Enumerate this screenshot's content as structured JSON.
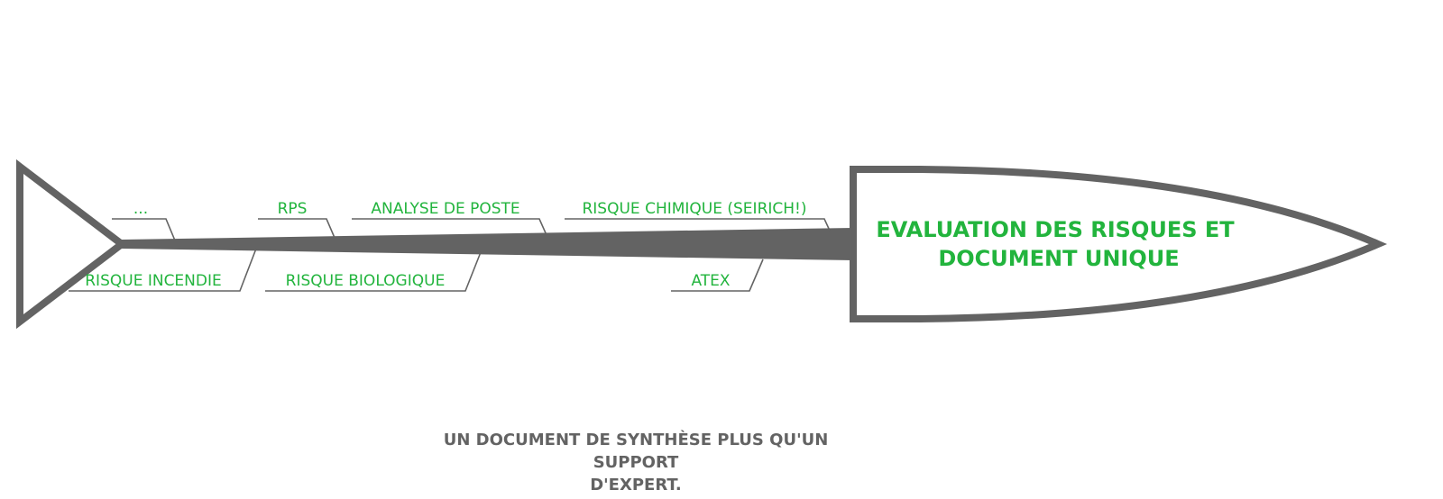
{
  "head": {
    "title_line1": "EVALUATION DES RISQUES ET",
    "title_line2": "DOCUMENT UNIQUE"
  },
  "bones_top": [
    {
      "label": "..."
    },
    {
      "label": "RPS"
    },
    {
      "label": "ANALYSE DE POSTE"
    },
    {
      "label": "RISQUE CHIMIQUE (SEIRICH!)"
    }
  ],
  "bones_bottom": [
    {
      "label": "RISQUE INCENDIE"
    },
    {
      "label": "RISQUE BIOLOGIQUE"
    },
    {
      "label": "ATEX"
    }
  ],
  "caption": {
    "line1": "UN DOCUMENT DE SYNTHÈSE PLUS QU'UN SUPPORT",
    "line2": "D'EXPERT."
  },
  "colors": {
    "text_green": "#22b43d",
    "outline_gray": "#636363"
  }
}
